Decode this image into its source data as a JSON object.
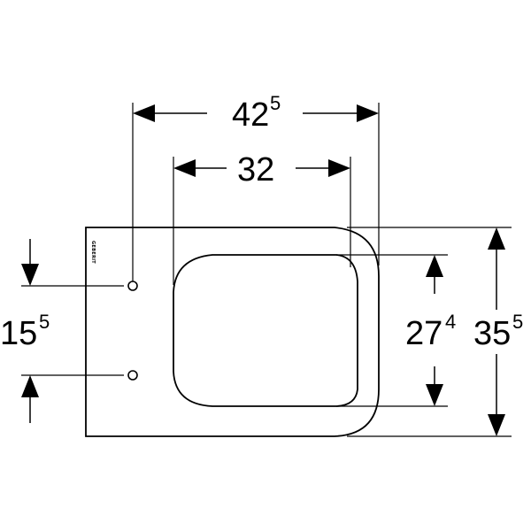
{
  "brand_label": "GEBERIT",
  "dimensions": {
    "overall_width": {
      "main": "42",
      "sup": "5"
    },
    "seat_width": {
      "main": "32",
      "sup": ""
    },
    "fixing_spacing": {
      "main": "15",
      "sup": "5"
    },
    "seat_depth": {
      "main": "27",
      "sup": "4"
    },
    "overall_depth": {
      "main": "35",
      "sup": "5"
    }
  },
  "colors": {
    "line": "#000000",
    "background": "#ffffff"
  }
}
